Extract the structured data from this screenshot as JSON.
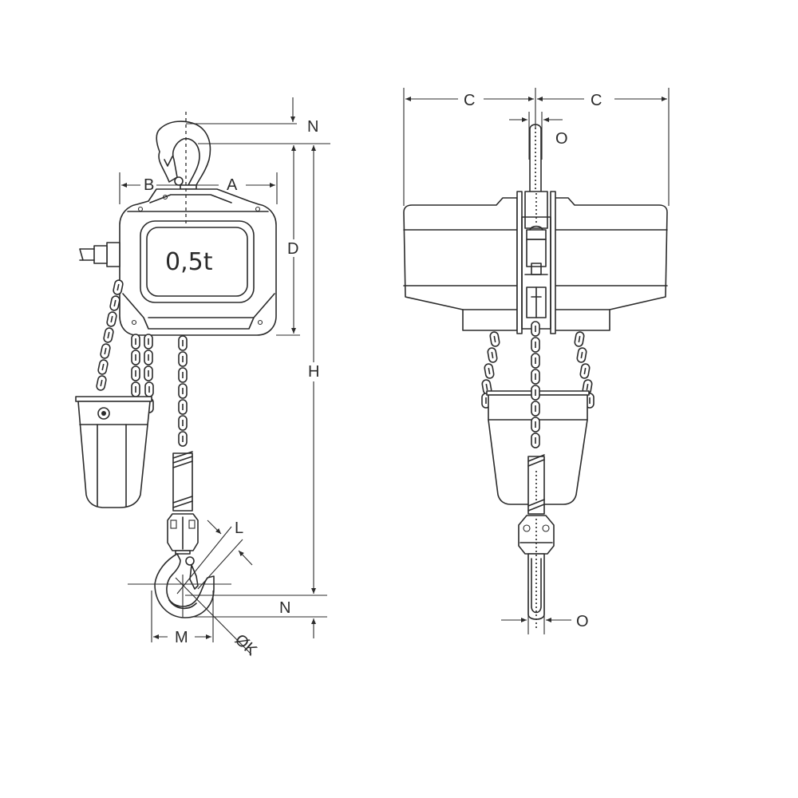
{
  "drawing": {
    "title": "Electric chain hoist dimensional drawing",
    "capacity_label": "0,5t",
    "line_color": "#2b2b2b",
    "background": "#ffffff"
  },
  "side_view": {
    "dimensions": {
      "A": "A",
      "B": "B",
      "D": "D",
      "H": "H",
      "N_top": "N",
      "N_bottom": "N",
      "L": "L",
      "M": "M",
      "K": "ØK"
    }
  },
  "front_view": {
    "dimensions": {
      "C_left": "C",
      "C_right": "C",
      "O_top": "O",
      "O_bottom": "O"
    }
  }
}
